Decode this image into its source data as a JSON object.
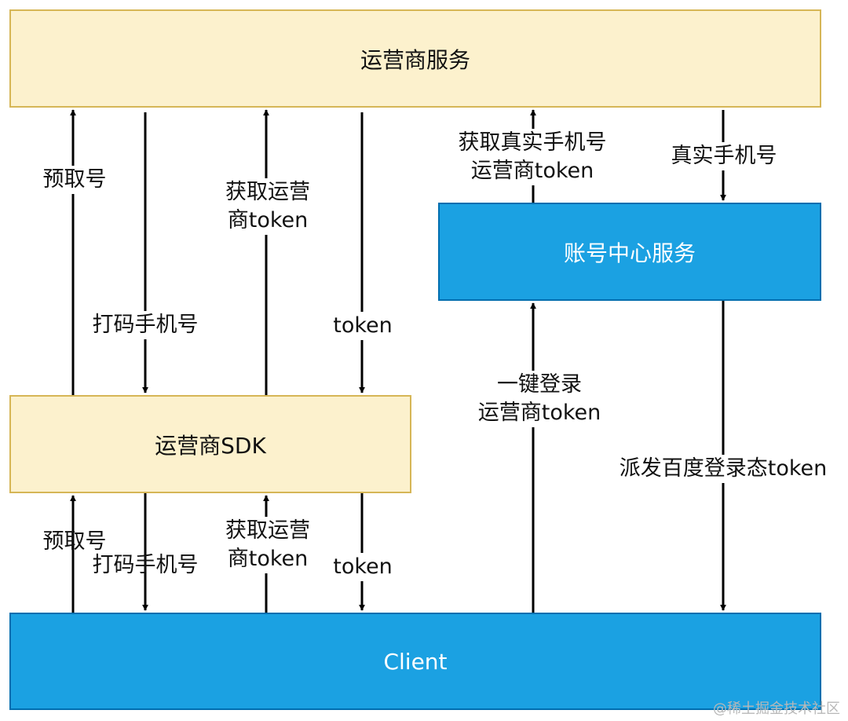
{
  "diagram": {
    "boxes": {
      "operator_service": "运营商服务",
      "operator_sdk": "运营商SDK",
      "account_center": "账号中心服务",
      "client": "Client"
    },
    "edges": [
      {
        "id": "sdk-to-operator-prefetch",
        "from": "operator_sdk",
        "to": "operator_service",
        "label": [
          "预取号"
        ]
      },
      {
        "id": "operator-to-sdk-masked",
        "from": "operator_service",
        "to": "operator_sdk",
        "label": [
          "打码手机号"
        ]
      },
      {
        "id": "sdk-to-operator-get-token",
        "from": "operator_sdk",
        "to": "operator_service",
        "label": [
          "获取运营",
          "商token"
        ]
      },
      {
        "id": "operator-to-sdk-token",
        "from": "operator_service",
        "to": "operator_sdk",
        "label": [
          "token"
        ]
      },
      {
        "id": "client-to-sdk-prefetch",
        "from": "client",
        "to": "operator_sdk",
        "label": [
          "预取号"
        ]
      },
      {
        "id": "sdk-to-client-masked",
        "from": "operator_sdk",
        "to": "client",
        "label": [
          "打码手机号"
        ]
      },
      {
        "id": "client-to-sdk-get-token",
        "from": "client",
        "to": "operator_sdk",
        "label": [
          "获取运营",
          "商token"
        ]
      },
      {
        "id": "sdk-to-client-token",
        "from": "operator_sdk",
        "to": "client",
        "label": [
          "token"
        ]
      },
      {
        "id": "account-to-operator-real",
        "from": "account_center",
        "to": "operator_service",
        "label": [
          "获取真实手机号",
          "运营商token"
        ]
      },
      {
        "id": "operator-to-account-real",
        "from": "operator_service",
        "to": "account_center",
        "label": [
          "真实手机号"
        ]
      },
      {
        "id": "client-to-account-login",
        "from": "client",
        "to": "account_center",
        "label": [
          "一键登录",
          "运营商token"
        ]
      },
      {
        "id": "account-to-client-token",
        "from": "account_center",
        "to": "client",
        "label": [
          "派发百度登录态token"
        ]
      }
    ]
  },
  "watermark": "@稀土掘金技术社区"
}
